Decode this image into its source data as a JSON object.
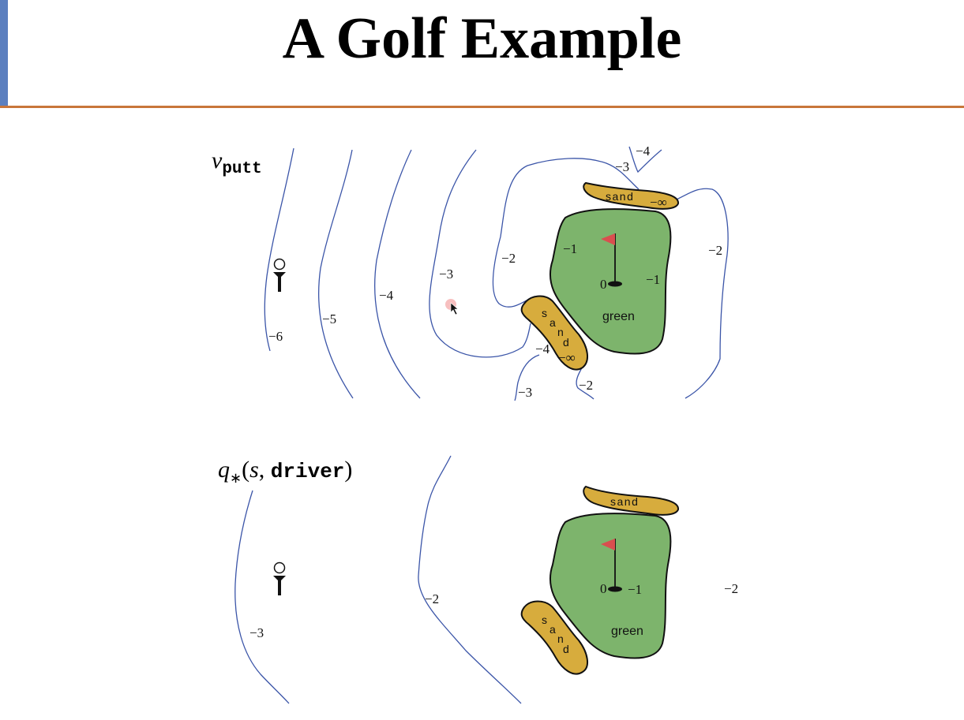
{
  "slide": {
    "title": "A Golf Example",
    "accent_color": "#5b7fbf",
    "rule_color": "#c8763a"
  },
  "colors": {
    "green": "#7db46c",
    "sand": "#d7ac3d",
    "flag": "#d94f4f",
    "contour": "#3b55a8",
    "cursor_dot": "#f08a8a"
  },
  "panels": {
    "top": {
      "title_italic": "v",
      "title_sub": "putt",
      "sand_top_label": "sand",
      "sand_top_value": "−∞",
      "sand_left_label": [
        "s",
        "a",
        "n",
        "d"
      ],
      "sand_left_value": "−∞",
      "green_label": "green",
      "hole_value": "0",
      "contour_labels": {
        "n6": "−6",
        "n5": "−5",
        "n4": "−4",
        "n3": "−3",
        "n2": "−2",
        "n1a": "−1",
        "n1b": "−1",
        "n2right": "−2",
        "n3top": "−3",
        "n4top": "−4",
        "n4sand": "−4",
        "n3bottom": "−3",
        "n2bottom": "−2"
      }
    },
    "bottom": {
      "title_q": "q",
      "title_star": "∗",
      "title_open": "(",
      "title_s": "s",
      "title_comma": ", ",
      "title_action": "driver",
      "title_close": ")",
      "sand_top_label": "sand",
      "sand_left_label": [
        "s",
        "a",
        "n",
        "d"
      ],
      "green_label": "green",
      "hole_value": "0",
      "contour_labels": {
        "n3": "−3",
        "n2": "−2",
        "n1": "−1",
        "n2right": "−2"
      }
    }
  }
}
